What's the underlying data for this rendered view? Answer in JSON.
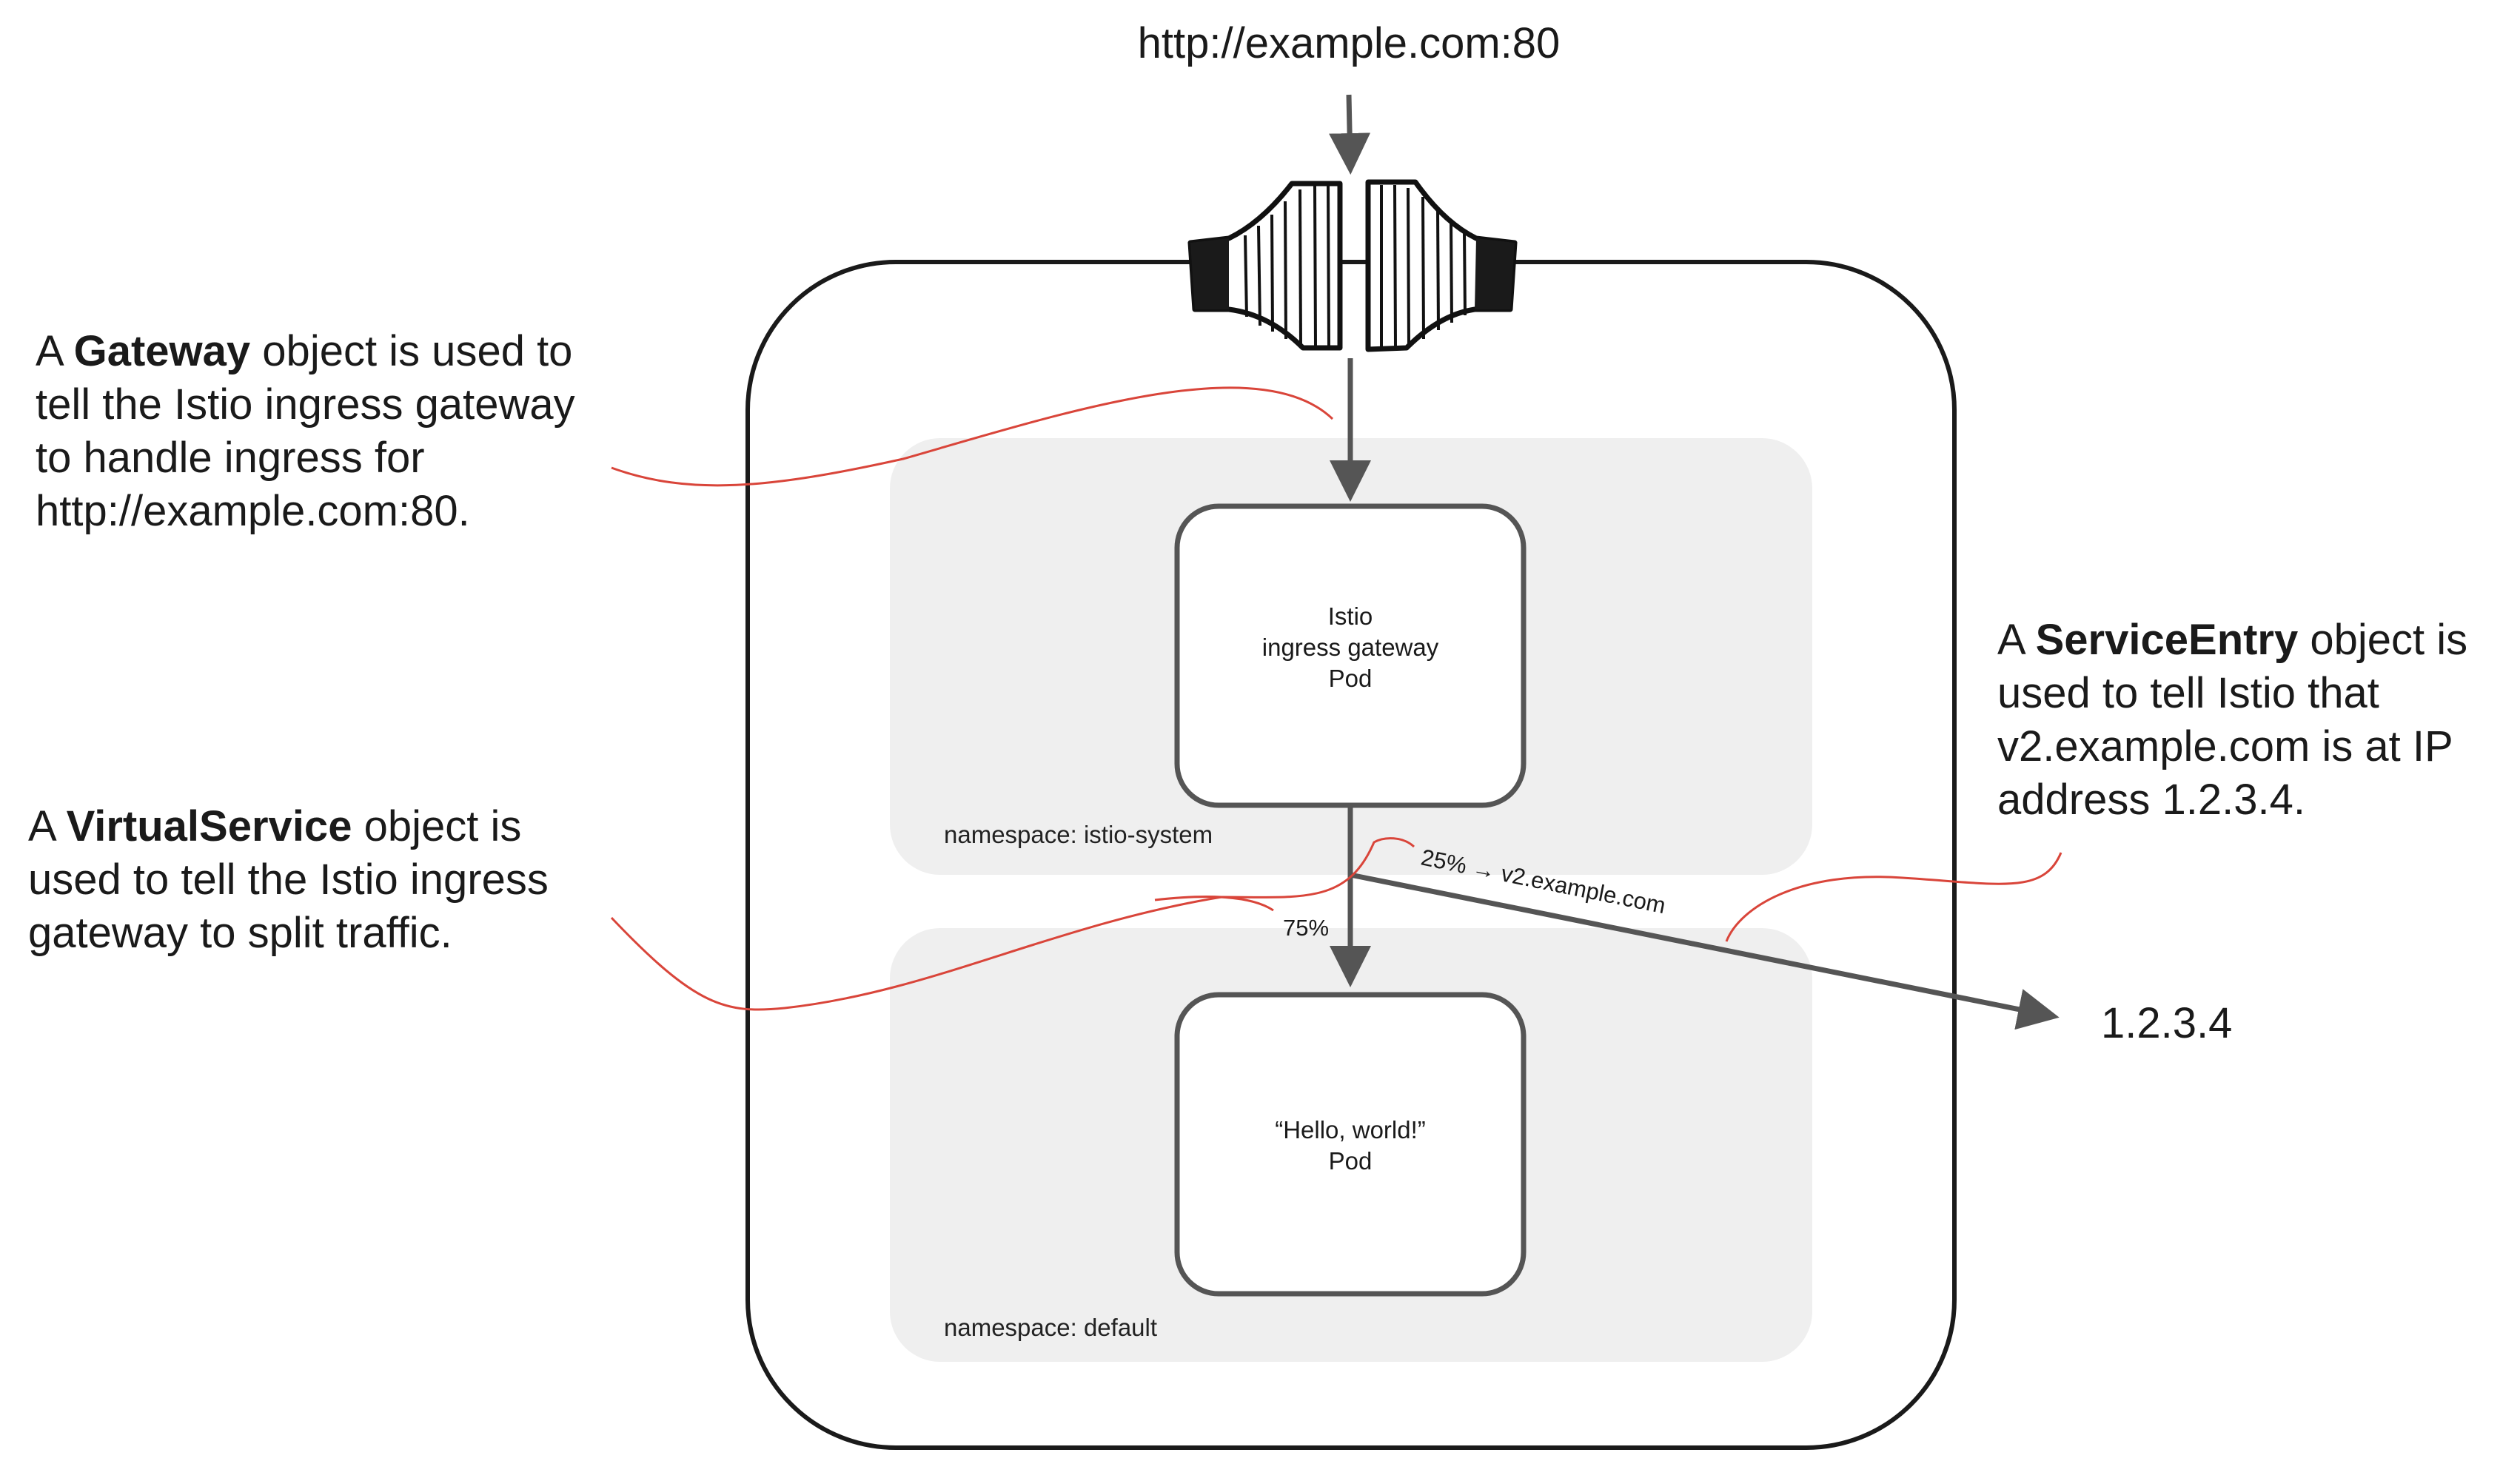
{
  "entry_url": "http://example.com:80",
  "gateway_icon": "gate-doors-icon",
  "namespaces": {
    "istio_system": "namespace: istio-system",
    "default": "namespace: default"
  },
  "pods": {
    "ingress": {
      "line1": "Istio",
      "line2": "ingress gateway",
      "line3": "Pod"
    },
    "hello": {
      "line1": "“Hello, world!”",
      "line2": "Pod"
    }
  },
  "edges": {
    "split_main": "75%",
    "split_external": "25% → v2.example.com"
  },
  "external_target": "1.2.3.4",
  "callouts": {
    "gateway": {
      "pre": "A ",
      "bold": "Gateway",
      "post": " object is used to",
      "line2": "tell the Istio ingress gateway",
      "line3": "to handle ingress for",
      "line4": "http://example.com:80."
    },
    "virtualservice": {
      "pre": "A ",
      "bold": "VirtualService",
      "post": " object is",
      "line2": "used to tell the Istio ingress",
      "line3": "gateway to split traffic."
    },
    "serviceentry": {
      "pre": "A ",
      "bold": "ServiceEntry",
      "post": " object is",
      "line2": "used to tell Istio that",
      "line3": "v2.example.com is at IP",
      "line4": "address 1.2.3.4."
    }
  },
  "colors": {
    "stroke": "#555555",
    "namespace_fill": "#efefef",
    "annotation": "#d9453a",
    "text": "#1a1a1a"
  }
}
